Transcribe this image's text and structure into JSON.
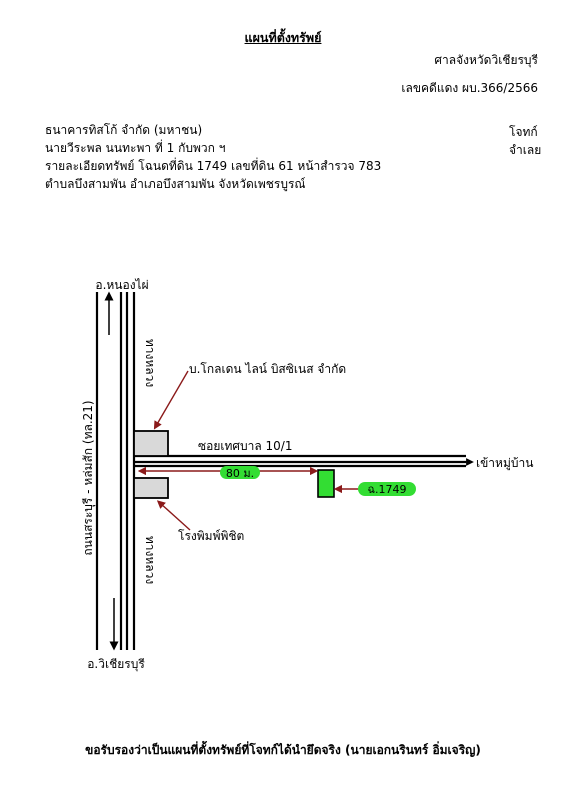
{
  "header": {
    "title": "แผนที่ตั้งทรัพย์",
    "court": "ศาลจังหวัดวิเชียรบุรี",
    "case_no": "เลขคดีแดง ผบ.366/2566"
  },
  "parties": {
    "plaintiff": "ธนาคารทิสโก้ จำกัด (มหาชน)",
    "defendant": "นายวีระพล นนทะพา ที่ 1 กับพวก ฯ",
    "plaintiff_role": "โจทก์",
    "defendant_role": "จำเลย",
    "property_detail": "รายละเอียดทรัพย์ โฉนดที่ดิน 1749 เลขที่ดิน 61 หน้าสำรวจ 783",
    "location": "ตำบลบึงสามพัน อำเภอบึงสามพัน จังหวัดเพชรบูรณ์"
  },
  "map": {
    "north_label": "อ.หนองไผ่",
    "south_label": "อ.วิเชียรบุรี",
    "highway_label": "ถนนสระบุรี - หล่มสัก (ทล.21)",
    "lane_upper": "ทางหลวง",
    "lane_lower": "ทางหลวง",
    "company_label": "บ.โกลเดน ไลน์ บิสซิเนส จำกัด",
    "soi_label": "ซอยเทศบาล 10/1",
    "village_label": "เข้าหมู่บ้าน",
    "distance_label": "80 ม.",
    "parcel_label": "ฉ.1749",
    "printer_label": "โรงพิมพ์พิชิต",
    "colors": {
      "highlight": "#33dd33",
      "arrow": "#8b1a1a",
      "building": "#d9d9d9"
    }
  },
  "footer": {
    "certification": "ขอรับรองว่าเป็นแผนที่ตั้งทรัพย์ที่โจทก์ได้นำยึดจริง (นายเอกนรินทร์ อิ่มเจริญ)"
  }
}
